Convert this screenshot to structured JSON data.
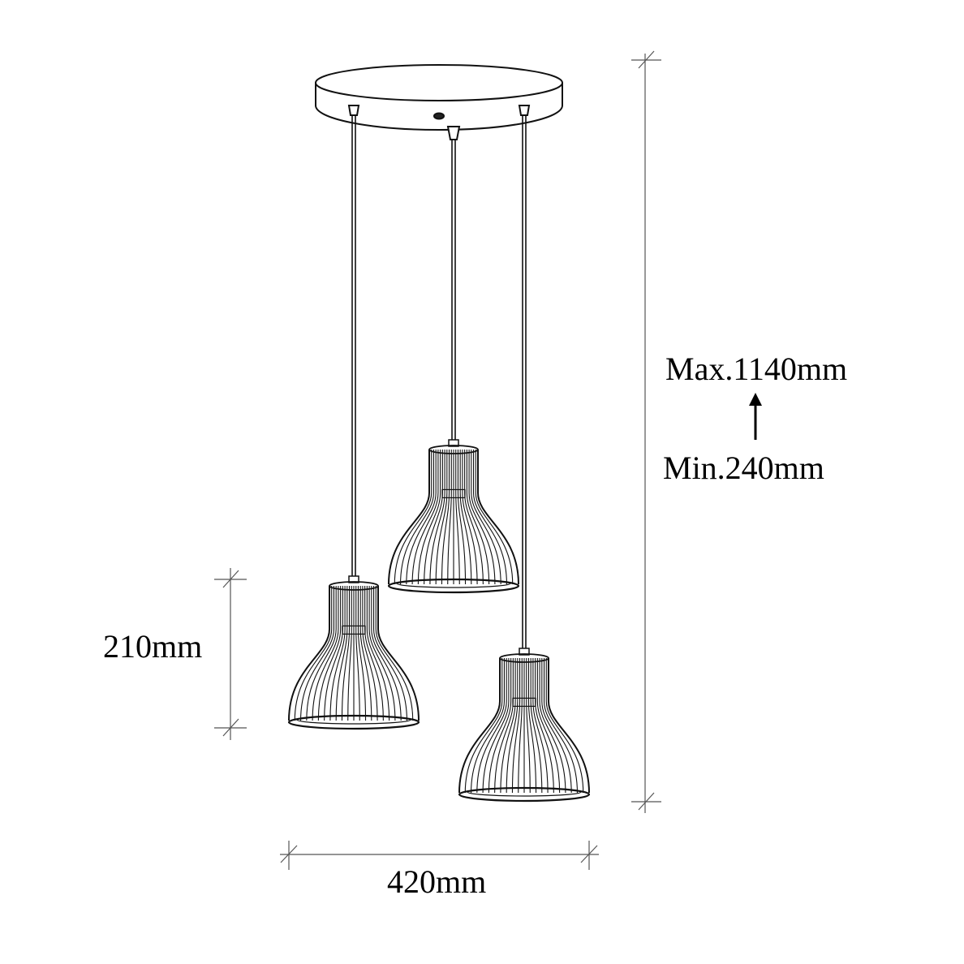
{
  "dimensions": {
    "shade_height": "210mm",
    "canopy_width": "420mm",
    "max_drop": "Max.1140mm",
    "min_drop": "Min.240mm"
  }
}
